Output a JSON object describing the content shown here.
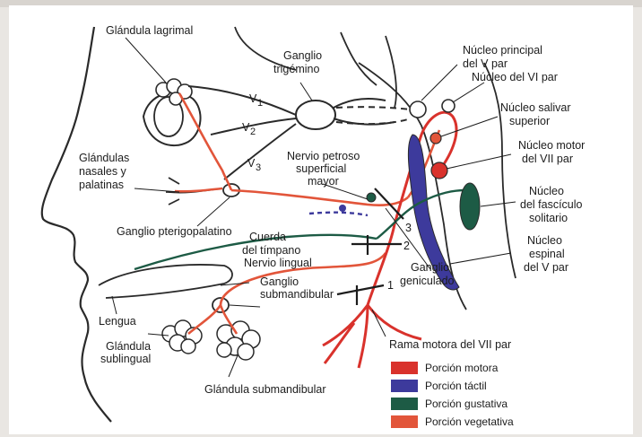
{
  "labels": {
    "glandula_lagrimal": "Glándula lagrimal",
    "ganglio_trigemino_1": "Ganglio",
    "ganglio_trigemino_2": "trigémino",
    "v1": "V",
    "v1_sub": "1",
    "v2": "V",
    "v2_sub": "2",
    "v3": "V",
    "v3_sub": "3",
    "glandulas_nasales_1": "Glándulas",
    "glandulas_nasales_2": "nasales y",
    "glandulas_nasales_3": "palatinas",
    "nervio_petroso_1": "Nervio petroso",
    "nervio_petroso_2": "superficial",
    "nervio_petroso_3": "mayor",
    "ganglio_pterigopalatino": "Ganglio pterigopalatino",
    "cuerda_timpano_1": "Cuerda",
    "cuerda_timpano_2": "del tímpano",
    "nervio_lingual": "Nervio lingual",
    "ganglio_submandibular_1": "Ganglio",
    "ganglio_submandibular_2": "submandibular",
    "lengua": "Lengua",
    "glandula_sublingual_1": "Glándula",
    "glandula_sublingual_2": "sublingual",
    "glandula_submandibular": "Glándula submandibular",
    "nucleo_principal_1": "Núcleo principal",
    "nucleo_principal_2": "del V par",
    "nucleo_vi": "Núcleo del VI par",
    "nucleo_salivar_1": "Núcleo salivar",
    "nucleo_salivar_2": "superior",
    "nucleo_motor_1": "Núcleo motor",
    "nucleo_motor_2": "del VII par",
    "nucleo_fasciculo_1": "Núcleo",
    "nucleo_fasciculo_2": "del fascículo",
    "nucleo_fasciculo_3": "solitario",
    "nucleo_espinal_1": "Núcleo",
    "nucleo_espinal_2": "espinal",
    "nucleo_espinal_3": "del V par",
    "ganglio_geniculado_1": "Ganglio",
    "ganglio_geniculado_2": "geniculado",
    "rama_motora": "Rama motora del VII par",
    "num_1": "1",
    "num_2": "2",
    "num_3": "3"
  },
  "legend": [
    {
      "label": "Porción motora",
      "color": "#d9322c"
    },
    {
      "label": "Porción táctil",
      "color": "#3d3a9c"
    },
    {
      "label": "Porción gustativa",
      "color": "#1d5b45"
    },
    {
      "label": "Porción vegetativa",
      "color": "#e2553a"
    }
  ],
  "colors": {
    "motor": "#d9322c",
    "tactil": "#3d3a9c",
    "gustativa": "#1d5b45",
    "vegetativa": "#e2553a",
    "outline": "#2a2a2a"
  }
}
